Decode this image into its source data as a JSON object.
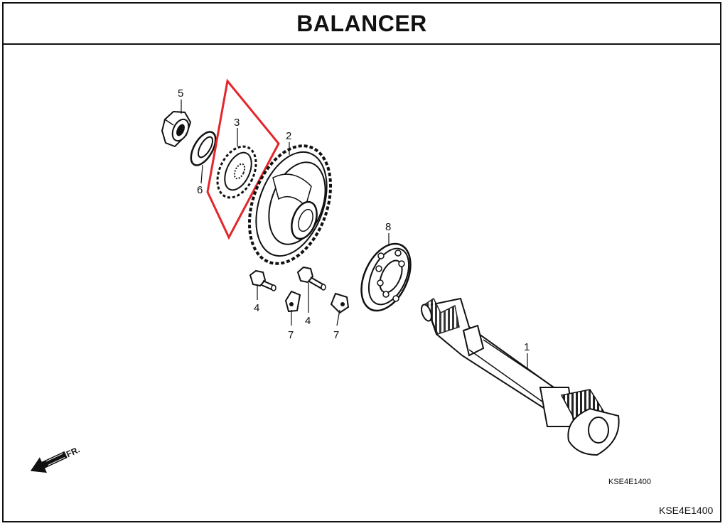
{
  "title": "BALANCER",
  "diagram_code": "KSE4E1400",
  "footer_code": "KSE4E1400",
  "direction_label": "FR.",
  "highlight_color": "#e3262b",
  "callouts": {
    "c1": "1",
    "c2": "2",
    "c3": "3",
    "c4a": "4",
    "c4b": "4",
    "c5": "5",
    "c6": "6",
    "c7a": "7",
    "c7b": "7",
    "c8": "8"
  }
}
